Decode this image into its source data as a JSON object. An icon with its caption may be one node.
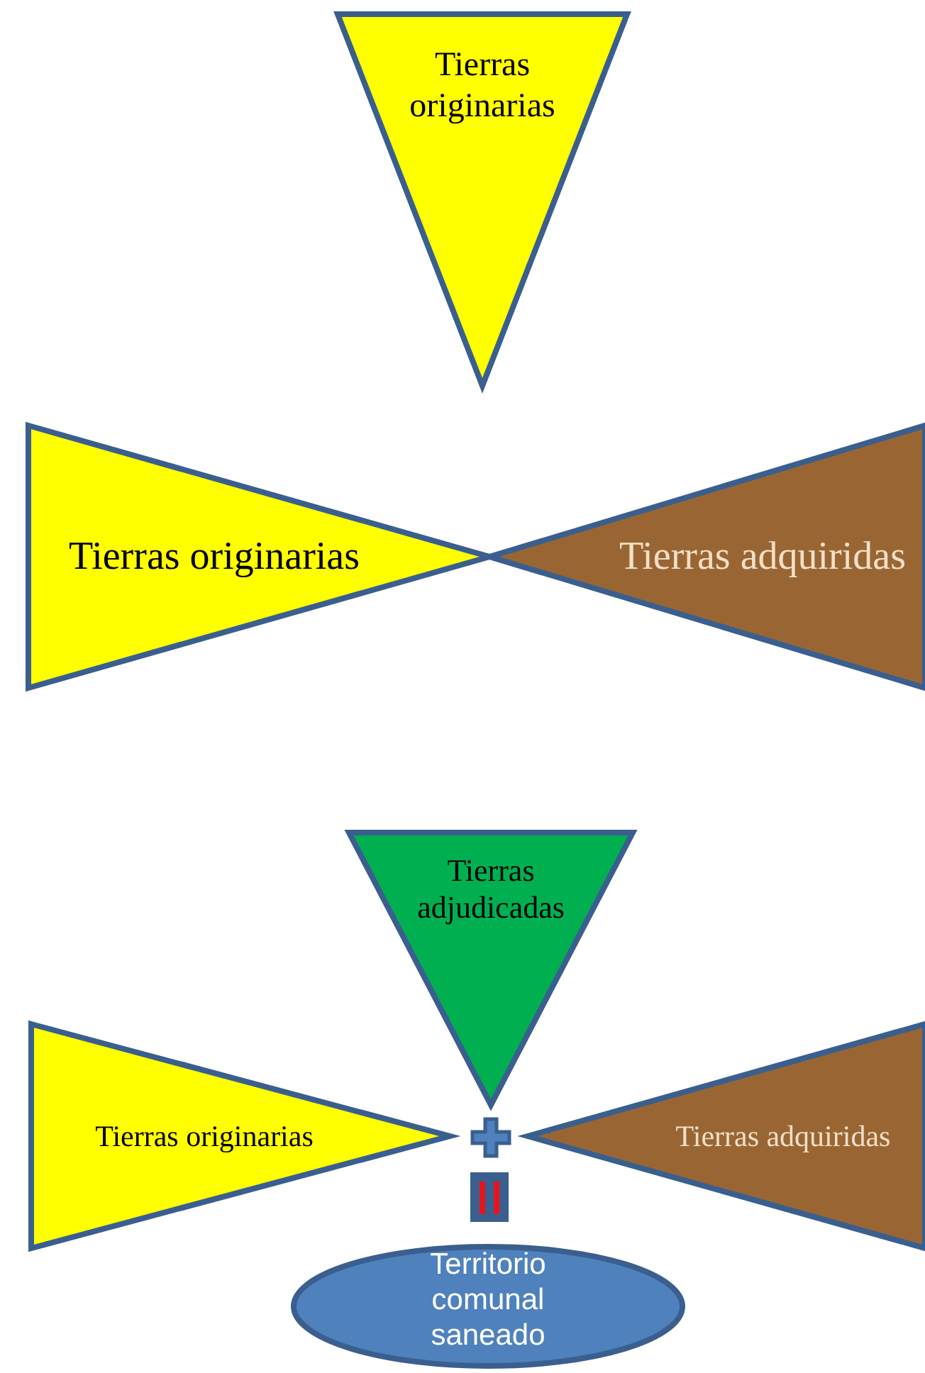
{
  "diagram": {
    "nodes": [
      {
        "text": [
          "Tierras originarias"
        ]
      },
      {
        "text": [
          "Tierras originarias"
        ]
      },
      {
        "text": [
          "Tierras adquiridas"
        ]
      },
      {
        "text": [
          "Tierras adjudicadas"
        ]
      },
      {
        "text": [
          "Tierras originarias"
        ]
      },
      {
        "text": [
          "Tierras adquiridas"
        ]
      },
      {
        "text": [
          "Territorio comunal saneado"
        ]
      }
    ],
    "edges": []
  }
}
